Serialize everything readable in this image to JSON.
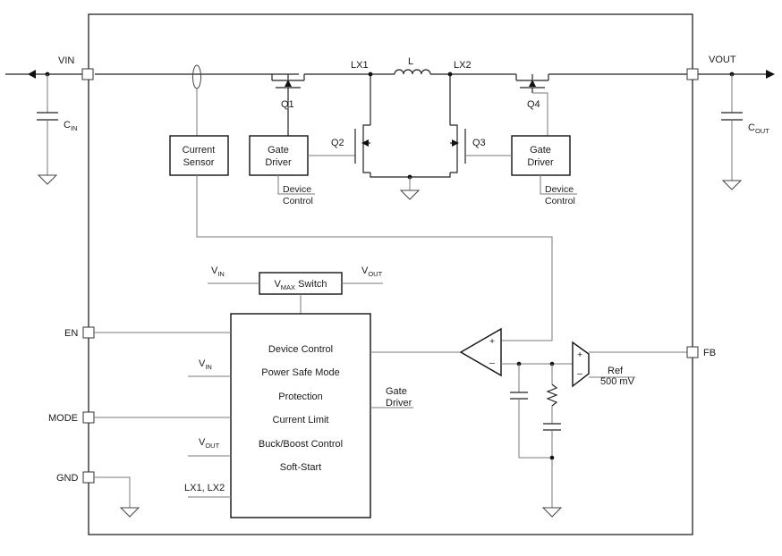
{
  "pins": {
    "vin": "VIN",
    "vout": "VOUT",
    "en": "EN",
    "mode": "MODE",
    "gnd": "GND",
    "fb": "FB"
  },
  "caps": {
    "cin_main": "C",
    "cin_sub": "IN",
    "cout_main": "C",
    "cout_sub": "OUT"
  },
  "nodes": {
    "lx1": "LX1",
    "lx2": "LX2",
    "inductor": "L"
  },
  "transistors": {
    "q1": "Q1",
    "q2": "Q2",
    "q3": "Q3",
    "q4": "Q4"
  },
  "blocks": {
    "current_sensor_line1": "Current",
    "current_sensor_line2": "Sensor",
    "gate_driver_left_line1": "Gate",
    "gate_driver_left_line2": "Driver",
    "gate_driver_right_line1": "Gate",
    "gate_driver_right_line2": "Driver",
    "device_control_left_line1": "Device",
    "device_control_left_line2": "Control",
    "device_control_right_line1": "Device",
    "device_control_right_line2": "Control",
    "vmax_main": "V",
    "vmax_sub": "MAX",
    "vmax_suffix": " Switch"
  },
  "vmax_switch": {
    "vin_main": "V",
    "vin_sub": "IN",
    "vout_main": "V",
    "vout_sub": "OUT"
  },
  "control_block": {
    "functions": [
      "Device Control",
      "Power Safe Mode",
      "Protection",
      "Current Limit",
      "Buck/Boost Control",
      "Soft-Start"
    ],
    "input_vin_main": "V",
    "input_vin_sub": "IN",
    "input_vout_main": "V",
    "input_vout_sub": "OUT",
    "input_lx": "LX1, LX2",
    "output_line1": "Gate",
    "output_line2": "Driver"
  },
  "amplifiers": {
    "plus": "+",
    "minus": "–"
  },
  "reference": {
    "line1": "Ref",
    "line2": "500 mV"
  }
}
